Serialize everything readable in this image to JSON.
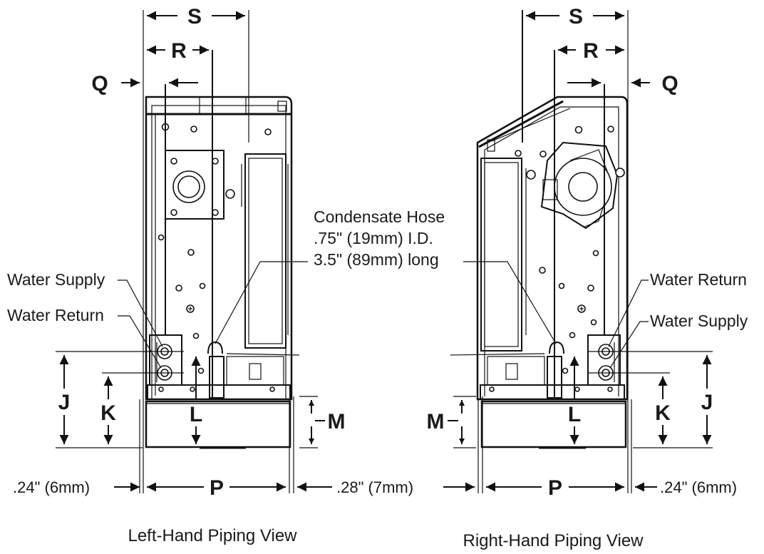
{
  "dimension_letters": {
    "S": "S",
    "R": "R",
    "Q": "Q",
    "J": "J",
    "K": "K",
    "L": "L",
    "M": "M",
    "P": "P"
  },
  "condensate_note": {
    "line1": "Condensate Hose",
    "line2": ".75\" (19mm) I.D.",
    "line3": "3.5\" (89mm) long"
  },
  "left_view": {
    "caption": "Left-Hand Piping View",
    "water_supply_label": "Water Supply",
    "water_return_label": "Water Return",
    "left_clearance": ".24\" (6mm)",
    "right_clearance": ".28\" (7mm)"
  },
  "right_view": {
    "caption": "Right-Hand Piping View",
    "water_return_label": "Water Return",
    "water_supply_label": "Water Supply",
    "right_clearance": ".24\" (6mm)"
  }
}
